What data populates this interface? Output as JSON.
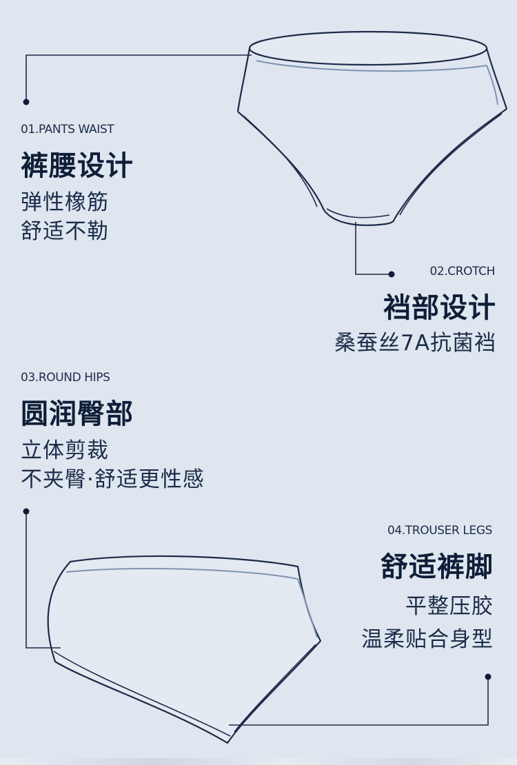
{
  "colors": {
    "background": "#dfe6ef",
    "ink": "#0f1e38",
    "line": "#1b2a48",
    "accent_band": "#7f93b3"
  },
  "sections": [
    {
      "tag": "01.PANTS WAIST",
      "title": "裤腰设计",
      "lines": [
        "弹性橡筋",
        "舒适不勒"
      ]
    },
    {
      "tag": "02.CROTCH",
      "title": "裆部设计",
      "lines": [
        "桑蚕丝7A抗菌裆"
      ]
    },
    {
      "tag": "03.ROUND HIPS",
      "title": "圆润臀部",
      "lines": [
        "立体剪裁",
        "不夹臀·舒适更性感"
      ]
    },
    {
      "tag": "04.TROUSER LEGS",
      "title": "舒适裤脚",
      "lines": [
        "平整压胶",
        "温柔贴合身型"
      ]
    }
  ],
  "icons": {
    "front_garment": "briefs-front-illustration",
    "side_garment": "briefs-side-illustration"
  }
}
